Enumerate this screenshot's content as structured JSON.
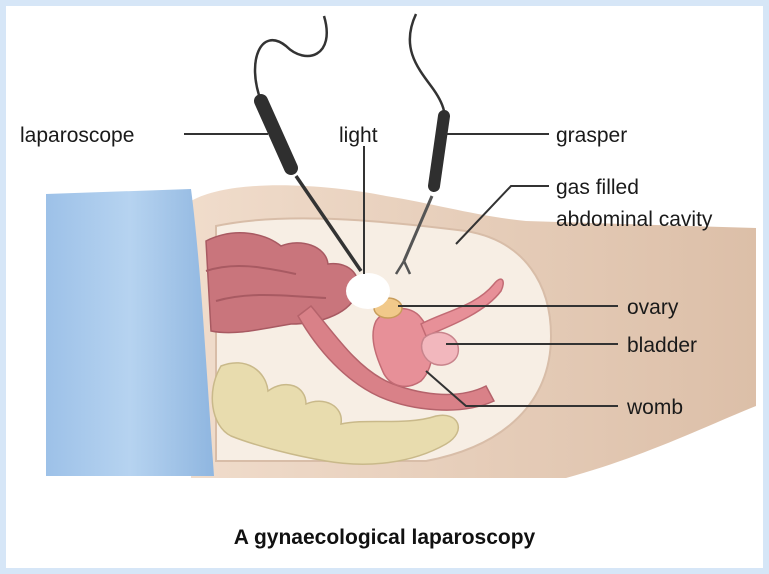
{
  "caption": "A gynaecological laparoscopy",
  "labels": {
    "laparoscope": "laparoscope",
    "light": "light",
    "grasper": "grasper",
    "gas_filled_line1": "gas filled",
    "gas_filled_line2": "abdominal cavity",
    "ovary": "ovary",
    "bladder": "bladder",
    "womb": "womb"
  },
  "colors": {
    "page_border": "#d6e6f7",
    "drape": "#a8c8ea",
    "skin": "#ecd3bf",
    "cavity": "#f7eee4",
    "organ_pink": "#e79098",
    "intestine": "#c9757c",
    "bone": "#e8dcae",
    "instrument": "#333333"
  }
}
